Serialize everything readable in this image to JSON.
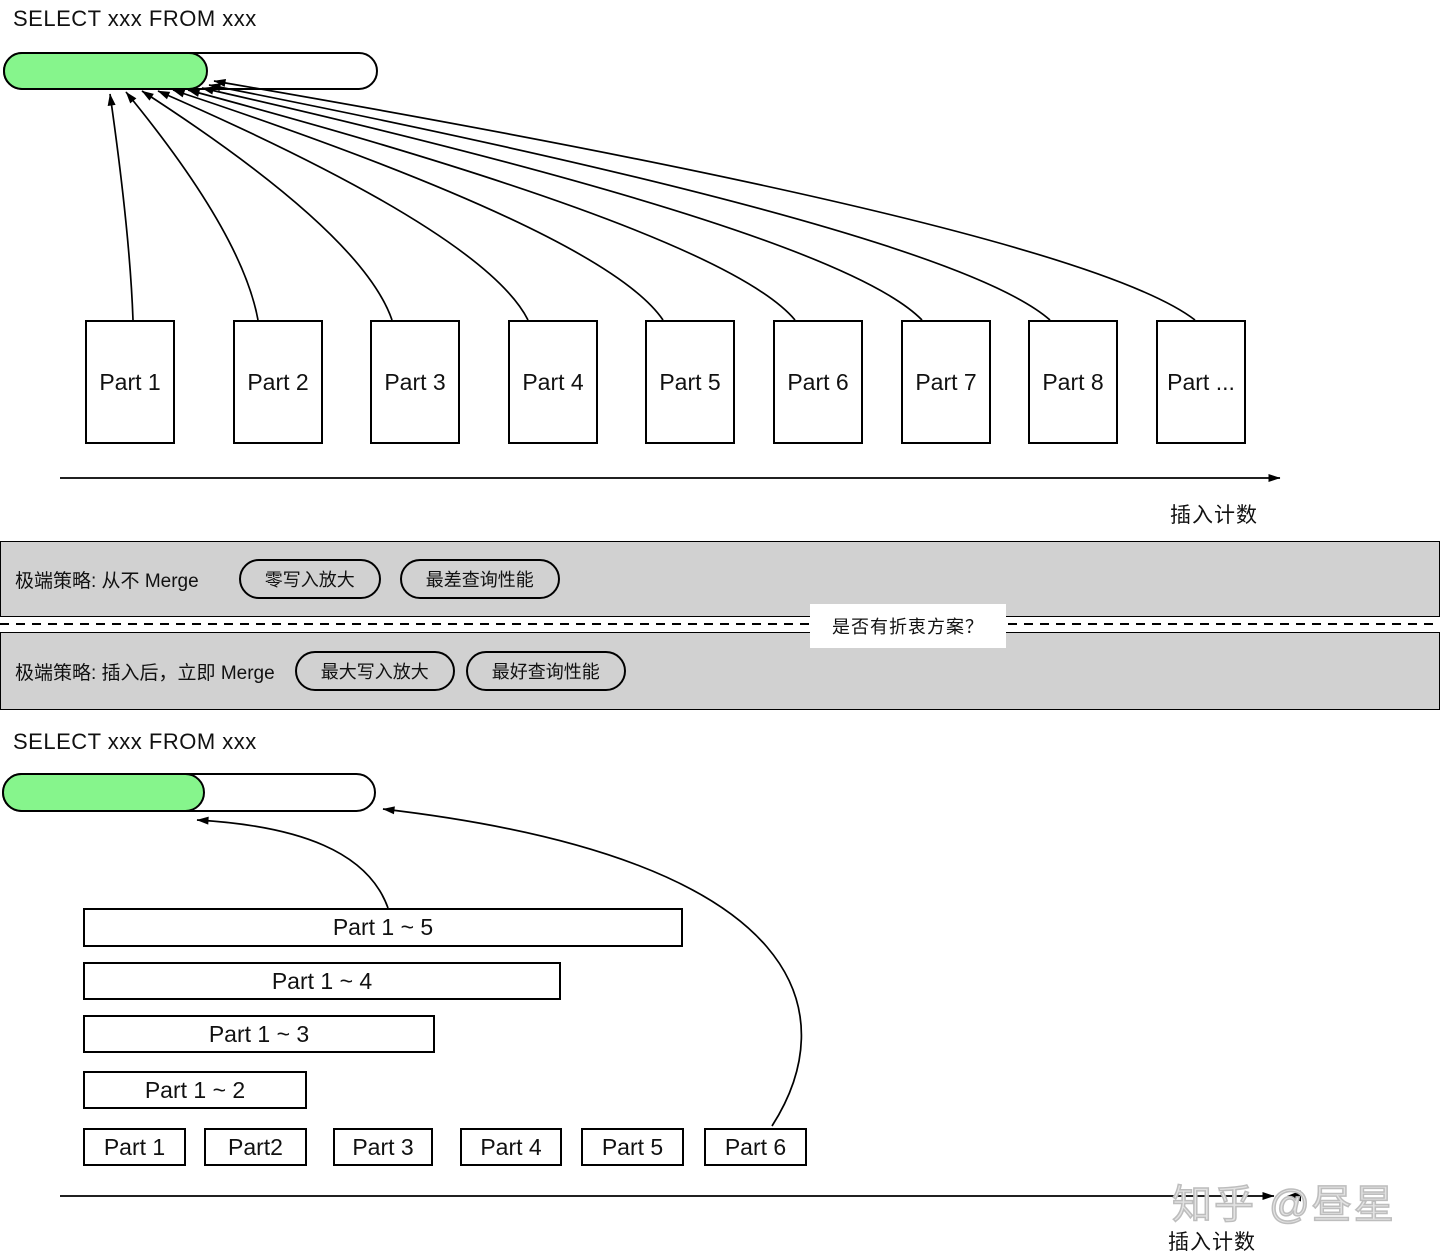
{
  "top_section": {
    "title": "SELECT xxx FROM xxx",
    "parts": [
      "Part 1",
      "Part 2",
      "Part 3",
      "Part 4",
      "Part 5",
      "Part 6",
      "Part 7",
      "Part 8",
      "Part ..."
    ],
    "axis_label": "插入计数"
  },
  "strategies": {
    "never_merge": {
      "label": "极端策略: 从不 Merge",
      "tags": [
        "零写入放大",
        "最差查询性能"
      ]
    },
    "immediate_merge": {
      "label": "极端策略: 插入后，立即 Merge",
      "tags": [
        "最大写入放大",
        "最好查询性能"
      ]
    },
    "question": "是否有折衷方案？"
  },
  "bottom_section": {
    "title": "SELECT xxx FROM xxx",
    "merged_parts": [
      "Part 1 ~ 5",
      "Part 1 ~ 4",
      "Part 1 ~ 3",
      "Part 1 ~ 2"
    ],
    "parts": [
      "Part 1",
      "Part2",
      "Part 3",
      "Part 4",
      "Part 5",
      "Part 6"
    ],
    "axis_label": "插入计数"
  },
  "watermark": "知乎 @昼星",
  "colors": {
    "green_fill": "#86f58c",
    "bar_gray": "#d1d1d1",
    "watermark_gray": "#bdbdbd"
  }
}
